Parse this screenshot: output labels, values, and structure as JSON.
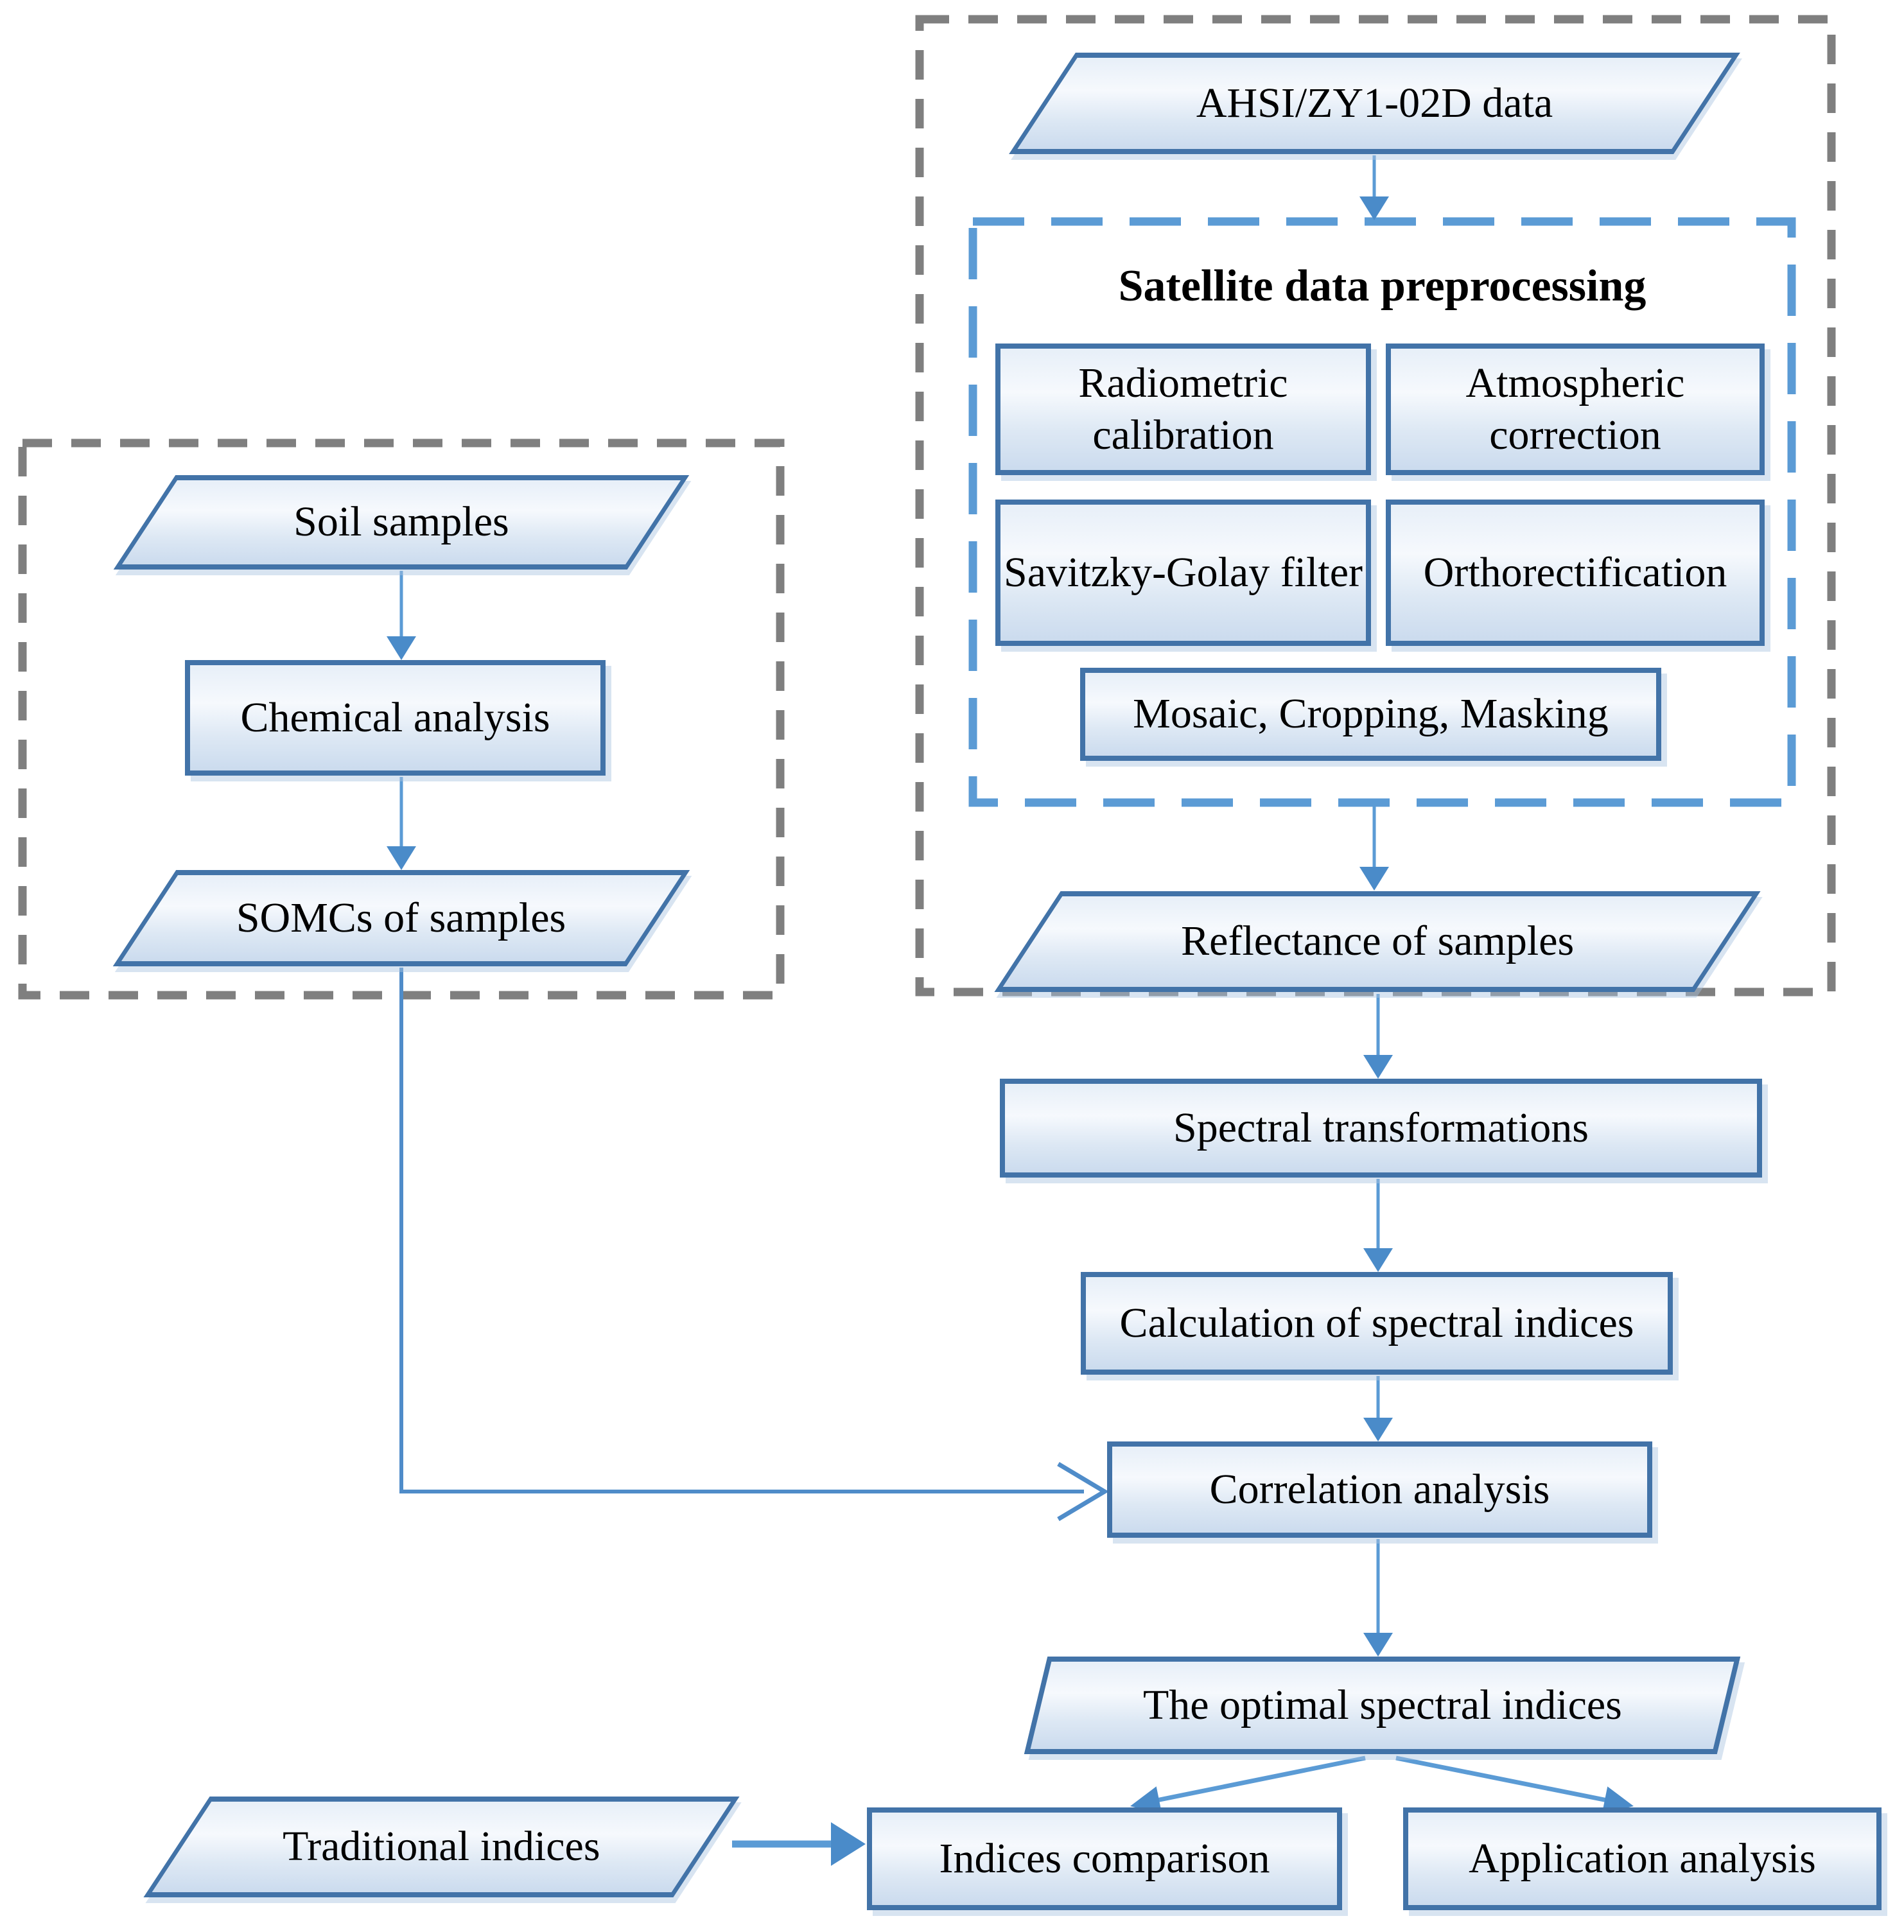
{
  "colors": {
    "shape_border": "#4273a8",
    "shape_fill_top": "#e7eff8",
    "shape_fill_bottom": "#cbdbee",
    "arrow_blue": "#5b9bd5",
    "arrow_head_blue": "#4a8bc9",
    "gray_dashed_border": "#7f7f7f",
    "blue_dashed_border": "#5b9bd5",
    "text": "#000000"
  },
  "soil_branch": {
    "soil_samples": "Soil samples",
    "chemical_analysis": "Chemical analysis",
    "somcs_of_samples": "SOMCs of samples"
  },
  "satellite_branch": {
    "ahsi_data": "AHSI/ZY1-02D data",
    "preprocessing": {
      "title": "Satellite data preprocessing",
      "radiometric_calibration": "Radiometric calibration",
      "atmospheric_correction": "Atmospheric correction",
      "savitzky_golay_filter": "Savitzky-Golay filter",
      "orthorectification": "Orthorectification",
      "mosaic_cropping_masking": "Mosaic, Cropping, Masking"
    },
    "reflectance_of_samples": "Reflectance of samples"
  },
  "main_flow": {
    "spectral_transformations": "Spectral transformations",
    "calculation_of_spectral_indices": "Calculation of spectral indices",
    "correlation_analysis": "Correlation analysis",
    "optimal_spectral_indices": "The optimal spectral indices",
    "traditional_indices": "Traditional indices",
    "indices_comparison": "Indices comparison",
    "application_analysis": "Application analysis"
  }
}
